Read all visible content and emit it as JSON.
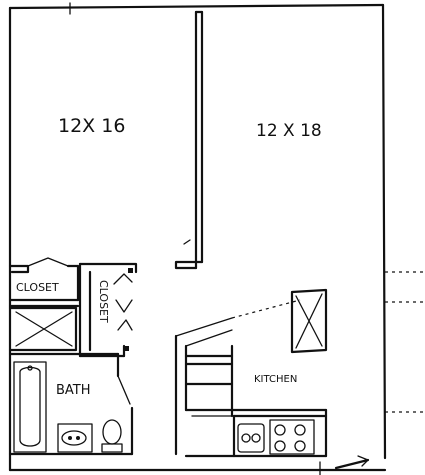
{
  "rooms": {
    "left_room": "12X 16",
    "right_room": "12 X 18",
    "closet_1": "CLOSET",
    "closet_2": "CLOSET",
    "bath": "BATH",
    "kitchen": "KITCHEN"
  }
}
